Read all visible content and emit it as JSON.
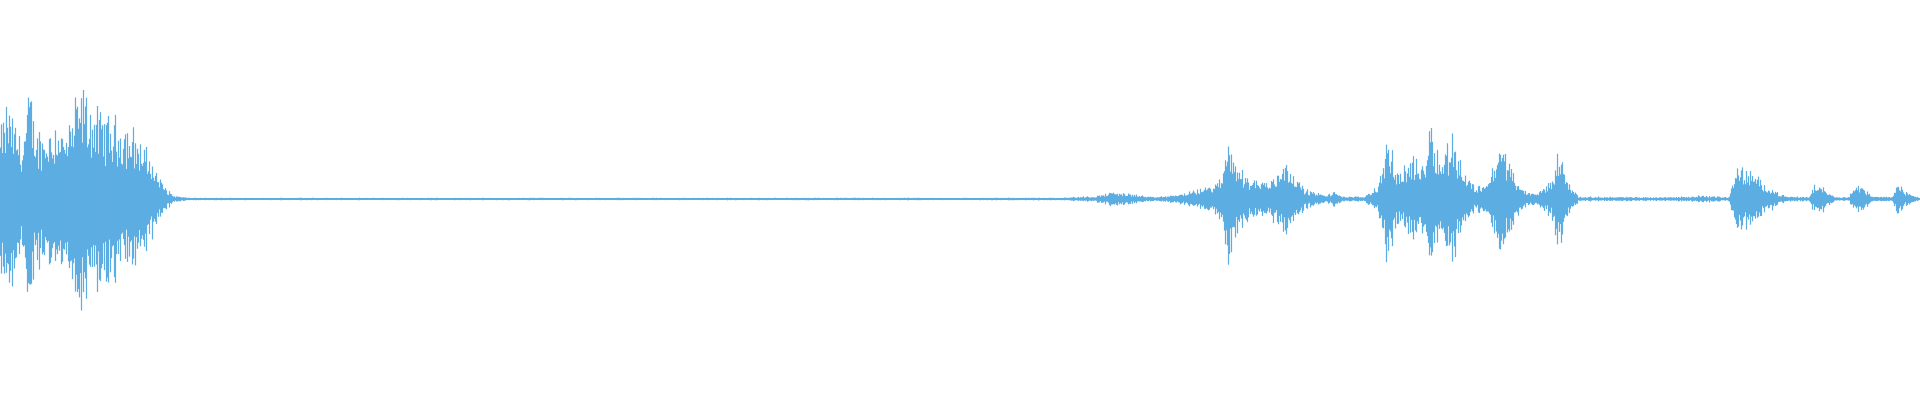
{
  "waveform": {
    "color": "#5dade2",
    "background": "#ffffff",
    "peak_clip_level": 0.5,
    "envelope": [
      [
        0.0,
        0.28
      ],
      [
        0.004,
        0.4
      ],
      [
        0.008,
        0.3
      ],
      [
        0.012,
        0.25
      ],
      [
        0.015,
        0.46
      ],
      [
        0.018,
        0.3
      ],
      [
        0.022,
        0.27
      ],
      [
        0.026,
        0.3
      ],
      [
        0.03,
        0.33
      ],
      [
        0.034,
        0.26
      ],
      [
        0.038,
        0.36
      ],
      [
        0.042,
        0.48
      ],
      [
        0.046,
        0.4
      ],
      [
        0.05,
        0.36
      ],
      [
        0.054,
        0.34
      ],
      [
        0.058,
        0.33
      ],
      [
        0.062,
        0.32
      ],
      [
        0.066,
        0.3
      ],
      [
        0.07,
        0.28
      ],
      [
        0.074,
        0.22
      ],
      [
        0.078,
        0.18
      ],
      [
        0.082,
        0.1
      ],
      [
        0.086,
        0.05
      ],
      [
        0.09,
        0.015
      ],
      [
        0.095,
        0.008
      ],
      [
        0.1,
        0.005
      ],
      [
        0.2,
        0.005
      ],
      [
        0.3,
        0.005
      ],
      [
        0.4,
        0.005
      ],
      [
        0.5,
        0.005
      ],
      [
        0.55,
        0.006
      ],
      [
        0.57,
        0.012
      ],
      [
        0.58,
        0.03
      ],
      [
        0.59,
        0.02
      ],
      [
        0.6,
        0.008
      ],
      [
        0.61,
        0.015
      ],
      [
        0.62,
        0.03
      ],
      [
        0.63,
        0.055
      ],
      [
        0.636,
        0.08
      ],
      [
        0.64,
        0.3
      ],
      [
        0.643,
        0.15
      ],
      [
        0.65,
        0.09
      ],
      [
        0.66,
        0.07
      ],
      [
        0.665,
        0.11
      ],
      [
        0.67,
        0.17
      ],
      [
        0.675,
        0.08
      ],
      [
        0.68,
        0.04
      ],
      [
        0.69,
        0.015
      ],
      [
        0.695,
        0.03
      ],
      [
        0.7,
        0.01
      ],
      [
        0.71,
        0.01
      ],
      [
        0.718,
        0.06
      ],
      [
        0.722,
        0.26
      ],
      [
        0.728,
        0.1
      ],
      [
        0.735,
        0.18
      ],
      [
        0.74,
        0.12
      ],
      [
        0.745,
        0.34
      ],
      [
        0.75,
        0.15
      ],
      [
        0.756,
        0.28
      ],
      [
        0.762,
        0.12
      ],
      [
        0.768,
        0.05
      ],
      [
        0.775,
        0.08
      ],
      [
        0.782,
        0.24
      ],
      [
        0.786,
        0.15
      ],
      [
        0.792,
        0.04
      ],
      [
        0.8,
        0.02
      ],
      [
        0.808,
        0.08
      ],
      [
        0.812,
        0.22
      ],
      [
        0.816,
        0.08
      ],
      [
        0.822,
        0.01
      ],
      [
        0.86,
        0.008
      ],
      [
        0.88,
        0.01
      ],
      [
        0.885,
        0.015
      ],
      [
        0.9,
        0.008
      ],
      [
        0.905,
        0.14
      ],
      [
        0.91,
        0.12
      ],
      [
        0.915,
        0.09
      ],
      [
        0.92,
        0.06
      ],
      [
        0.925,
        0.03
      ],
      [
        0.93,
        0.01
      ],
      [
        0.942,
        0.01
      ],
      [
        0.945,
        0.06
      ],
      [
        0.95,
        0.05
      ],
      [
        0.955,
        0.01
      ],
      [
        0.963,
        0.01
      ],
      [
        0.966,
        0.07
      ],
      [
        0.97,
        0.05
      ],
      [
        0.975,
        0.01
      ],
      [
        0.985,
        0.01
      ],
      [
        0.988,
        0.07
      ],
      [
        0.992,
        0.03
      ],
      [
        1.0,
        0.005
      ]
    ]
  }
}
